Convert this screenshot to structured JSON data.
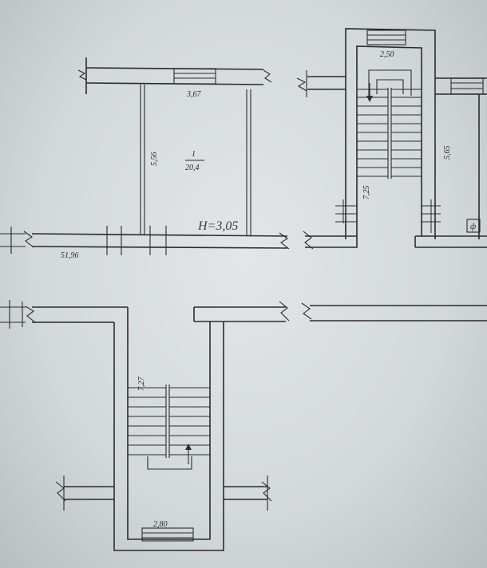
{
  "room": {
    "number": "1",
    "area": "20,4",
    "width": "3,67",
    "length": "5,56",
    "height": "H=3,05"
  },
  "dimensions": {
    "wall_length": "51,96",
    "upper_stair_width": "2,50",
    "upper_stair_length": "7,25",
    "right_depth": "5,65",
    "lower_stair_length": "7,27",
    "lower_stair_width": "2,80"
  },
  "symbols": {
    "panel_label": "ф",
    "panel_icon": "electrical-panel-icon"
  },
  "colors": {
    "paper": "#d9dee0",
    "line": "#2b2b2e"
  }
}
